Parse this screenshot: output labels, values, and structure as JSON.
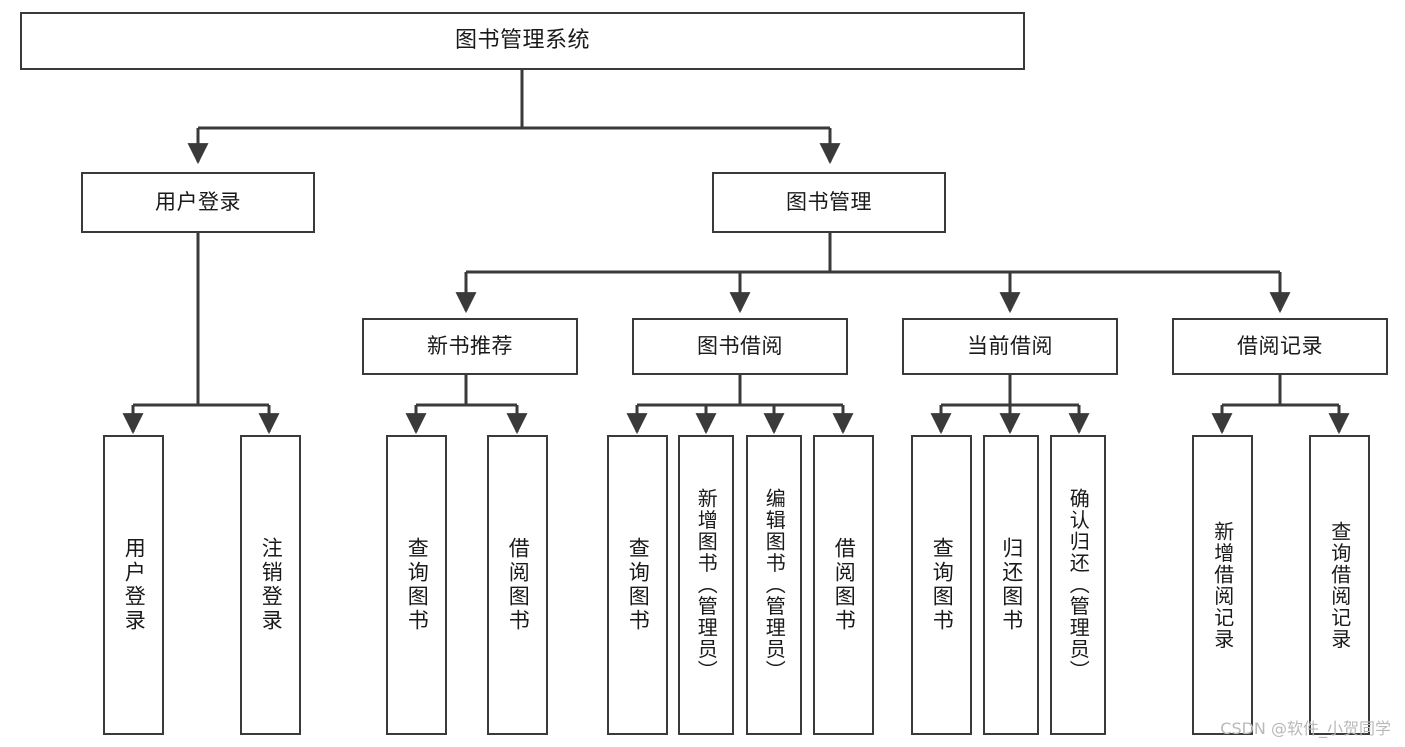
{
  "diagram": {
    "title": "图书管理系统",
    "type": "hierarchy-tree",
    "watermark": "CSDN @软件_小贺同学",
    "colors": {
      "background": "#ffffff",
      "box_border": "#3a3a3a",
      "text": "#1a1a1a",
      "connector": "#3a3a3a",
      "watermark": "#b9b9b9"
    },
    "root": {
      "label": "图书管理系统"
    },
    "level2": [
      {
        "label": "用户登录"
      },
      {
        "label": "图书管理"
      }
    ],
    "level3": [
      {
        "label": "新书推荐"
      },
      {
        "label": "图书借阅"
      },
      {
        "label": "当前借阅"
      },
      {
        "label": "借阅记录"
      }
    ],
    "leaves": {
      "user_login": [
        {
          "label": "用户登录"
        },
        {
          "label": "注销登录"
        }
      ],
      "new_book_recommend": [
        {
          "label": "查询图书"
        },
        {
          "label": "借阅图书"
        }
      ],
      "book_borrow": [
        {
          "label": "查询图书"
        },
        {
          "label": "新增图书（管理员）"
        },
        {
          "label": "编辑图书（管理员）"
        },
        {
          "label": "借阅图书"
        }
      ],
      "current_borrow": [
        {
          "label": "查询图书"
        },
        {
          "label": "归还图书"
        },
        {
          "label": "确认归还（管理员）"
        }
      ],
      "borrow_records": [
        {
          "label": "新增借阅记录"
        },
        {
          "label": "查询借阅记录"
        }
      ]
    }
  }
}
